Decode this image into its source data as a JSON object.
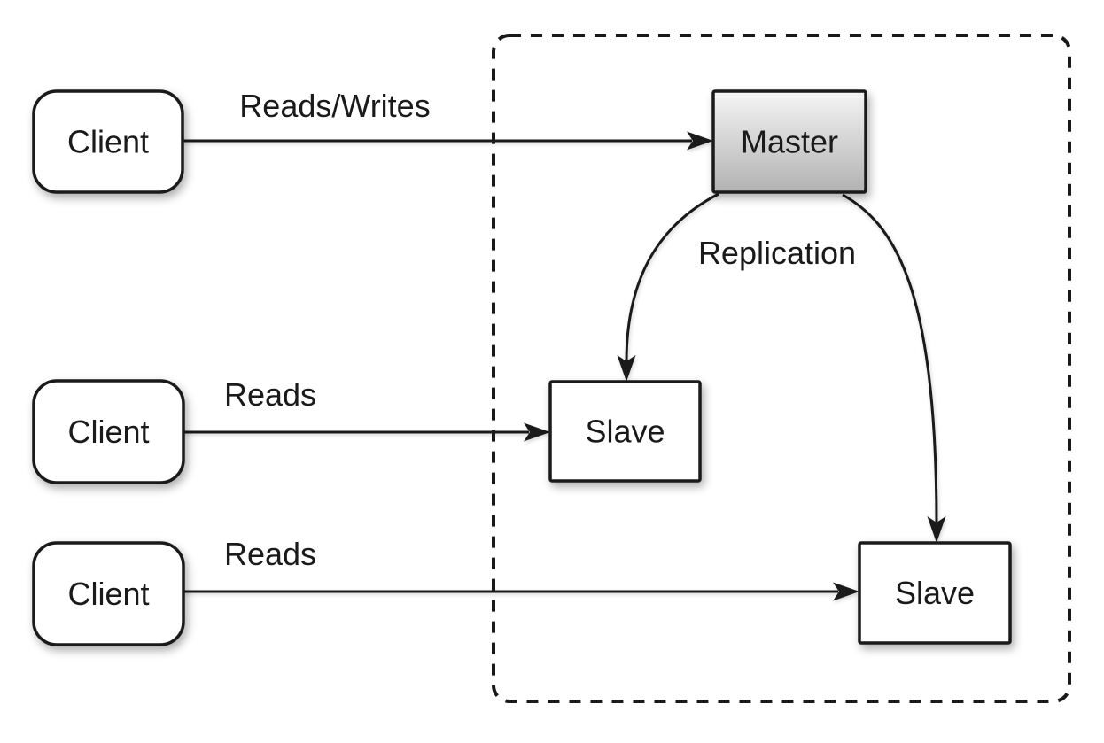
{
  "diagram": {
    "nodes": {
      "client_top": {
        "label": "Client"
      },
      "client_middle": {
        "label": "Client"
      },
      "client_bottom": {
        "label": "Client"
      },
      "master": {
        "label": "Master"
      },
      "slave_left": {
        "label": "Slave"
      },
      "slave_right": {
        "label": "Slave"
      }
    },
    "edges": {
      "client_top_to_master": {
        "label": "Reads/Writes"
      },
      "client_middle_to_slave_left": {
        "label": "Reads"
      },
      "client_bottom_to_slave_right": {
        "label": "Reads"
      },
      "master_to_slaves": {
        "label": "Replication"
      }
    },
    "colors": {
      "stroke": "#1a1a1a",
      "text": "#1a1a1a",
      "node_fill": "#ffffff",
      "master_gradient_top": "#f5f5f5",
      "master_gradient_bottom": "#b2b2b2",
      "canvas": "#ffffff"
    }
  }
}
